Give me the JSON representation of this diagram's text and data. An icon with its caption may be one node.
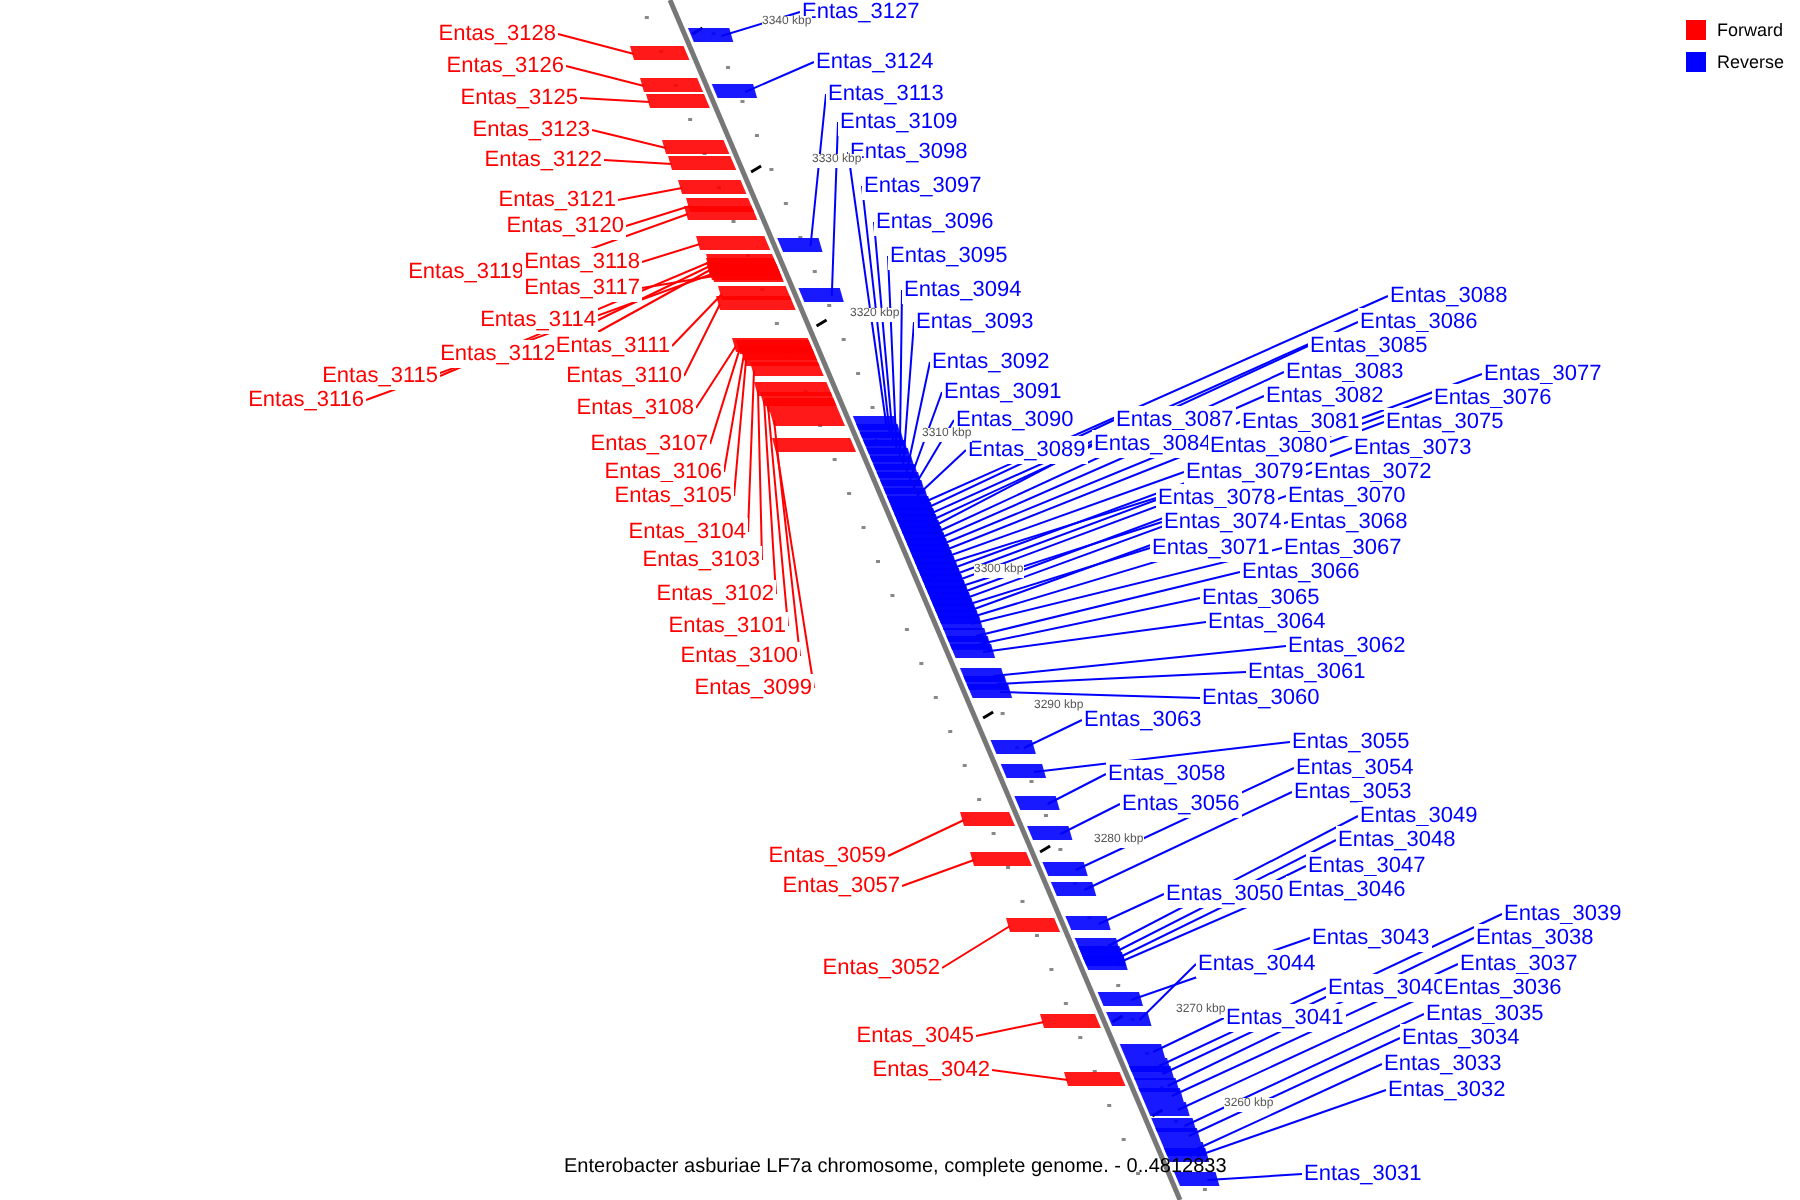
{
  "diagram": {
    "caption": "Enterobacter asburiae LF7a chromosome, complete genome. - 0..4812833",
    "nodes": [
      {
        "text": [
          "Entas_3128"
        ]
      },
      {
        "text": [
          "Entas_3126"
        ]
      },
      {
        "text": [
          "Entas_3125"
        ]
      },
      {
        "text": [
          "Entas_3123"
        ]
      },
      {
        "text": [
          "Entas_3122"
        ]
      },
      {
        "text": [
          "Entas_3121"
        ]
      },
      {
        "text": [
          "Entas_3120"
        ]
      },
      {
        "text": [
          "Entas_3119"
        ]
      },
      {
        "text": [
          "Entas_3118"
        ]
      },
      {
        "text": [
          "Entas_3117"
        ]
      },
      {
        "text": [
          "Entas_3114"
        ]
      },
      {
        "text": [
          "Entas_3112"
        ]
      },
      {
        "text": [
          "Entas_3115"
        ]
      },
      {
        "text": [
          "Entas_3116"
        ]
      },
      {
        "text": [
          "Entas_3111"
        ]
      },
      {
        "text": [
          "Entas_3110"
        ]
      },
      {
        "text": [
          "Entas_3108"
        ]
      },
      {
        "text": [
          "Entas_3107"
        ]
      },
      {
        "text": [
          "Entas_3106"
        ]
      },
      {
        "text": [
          "Entas_3105"
        ]
      },
      {
        "text": [
          "Entas_3104"
        ]
      },
      {
        "text": [
          "Entas_3103"
        ]
      },
      {
        "text": [
          "Entas_3102"
        ]
      },
      {
        "text": [
          "Entas_3101"
        ]
      },
      {
        "text": [
          "Entas_3100"
        ]
      },
      {
        "text": [
          "Entas_3099"
        ]
      },
      {
        "text": [
          "Entas_3059"
        ]
      },
      {
        "text": [
          "Entas_3057"
        ]
      },
      {
        "text": [
          "Entas_3052"
        ]
      },
      {
        "text": [
          "Entas_3045"
        ]
      },
      {
        "text": [
          "Entas_3042"
        ]
      },
      {
        "text": [
          "Entas_3127"
        ]
      },
      {
        "text": [
          "Entas_3124"
        ]
      },
      {
        "text": [
          "Entas_3113"
        ]
      },
      {
        "text": [
          "Entas_3109"
        ]
      },
      {
        "text": [
          "Entas_3098"
        ]
      },
      {
        "text": [
          "Entas_3097"
        ]
      },
      {
        "text": [
          "Entas_3096"
        ]
      },
      {
        "text": [
          "Entas_3095"
        ]
      },
      {
        "text": [
          "Entas_3094"
        ]
      },
      {
        "text": [
          "Entas_3093"
        ]
      },
      {
        "text": [
          "Entas_3092"
        ]
      },
      {
        "text": [
          "Entas_3091"
        ]
      },
      {
        "text": [
          "Entas_3090"
        ]
      },
      {
        "text": [
          "Entas_3089"
        ]
      },
      {
        "text": [
          "Entas_3088"
        ]
      },
      {
        "text": [
          "Entas_3087"
        ]
      },
      {
        "text": [
          "Entas_3086"
        ]
      },
      {
        "text": [
          "Entas_3085"
        ]
      },
      {
        "text": [
          "Entas_3084"
        ]
      },
      {
        "text": [
          "Entas_3083"
        ]
      },
      {
        "text": [
          "Entas_3082"
        ]
      },
      {
        "text": [
          "Entas_3081"
        ]
      },
      {
        "text": [
          "Entas_3080"
        ]
      },
      {
        "text": [
          "Entas_3079"
        ]
      },
      {
        "text": [
          "Entas_3078"
        ]
      },
      {
        "text": [
          "Entas_3077"
        ]
      },
      {
        "text": [
          "Entas_3076"
        ]
      },
      {
        "text": [
          "Entas_3075"
        ]
      },
      {
        "text": [
          "Entas_3074"
        ]
      },
      {
        "text": [
          "Entas_3073"
        ]
      },
      {
        "text": [
          "Entas_3072"
        ]
      },
      {
        "text": [
          "Entas_3071"
        ]
      },
      {
        "text": [
          "Entas_3070"
        ]
      },
      {
        "text": [
          "Entas_3068"
        ]
      },
      {
        "text": [
          "Entas_3067"
        ]
      },
      {
        "text": [
          "Entas_3066"
        ]
      },
      {
        "text": [
          "Entas_3065"
        ]
      },
      {
        "text": [
          "Entas_3064"
        ]
      },
      {
        "text": [
          "Entas_3063"
        ]
      },
      {
        "text": [
          "Entas_3062"
        ]
      },
      {
        "text": [
          "Entas_3061"
        ]
      },
      {
        "text": [
          "Entas_3060"
        ]
      },
      {
        "text": [
          "Entas_3058"
        ]
      },
      {
        "text": [
          "Entas_3056"
        ]
      },
      {
        "text": [
          "Entas_3055"
        ]
      },
      {
        "text": [
          "Entas_3054"
        ]
      },
      {
        "text": [
          "Entas_3053"
        ]
      },
      {
        "text": [
          "Entas_3050"
        ]
      },
      {
        "text": [
          "Entas_3049"
        ]
      },
      {
        "text": [
          "Entas_3048"
        ]
      },
      {
        "text": [
          "Entas_3047"
        ]
      },
      {
        "text": [
          "Entas_3046"
        ]
      },
      {
        "text": [
          "Entas_3044"
        ]
      },
      {
        "text": [
          "Entas_3043"
        ]
      },
      {
        "text": [
          "Entas_3041"
        ]
      },
      {
        "text": [
          "Entas_3040"
        ]
      },
      {
        "text": [
          "Entas_3039"
        ]
      },
      {
        "text": [
          "Entas_3038"
        ]
      },
      {
        "text": [
          "Entas_3037"
        ]
      },
      {
        "text": [
          "Entas_3036"
        ]
      },
      {
        "text": [
          "Entas_3035"
        ]
      },
      {
        "text": [
          "Entas_3034"
        ]
      },
      {
        "text": [
          "Entas_3033"
        ]
      },
      {
        "text": [
          "Entas_3032"
        ]
      },
      {
        "text": [
          "Entas_3031"
        ]
      }
    ],
    "edges": [
      {
        "from": 0,
        "to": null,
        "arrow": "none",
        "color": "#ff0000"
      },
      {
        "from": 1,
        "to": null,
        "arrow": "none",
        "color": "#ff0000"
      },
      {
        "from": 2,
        "to": null,
        "arrow": "none",
        "color": "#ff0000"
      },
      {
        "from": 3,
        "to": null,
        "arrow": "none",
        "color": "#ff0000"
      },
      {
        "from": 4,
        "to": null,
        "arrow": "none",
        "color": "#ff0000"
      },
      {
        "from": 5,
        "to": null,
        "arrow": "none",
        "color": "#ff0000"
      },
      {
        "from": 6,
        "to": null,
        "arrow": "none",
        "color": "#ff0000"
      },
      {
        "from": 7,
        "to": null,
        "arrow": "none",
        "color": "#ff0000"
      },
      {
        "from": 8,
        "to": null,
        "arrow": "none",
        "color": "#ff0000"
      },
      {
        "from": 9,
        "to": null,
        "arrow": "none",
        "color": "#ff0000"
      },
      {
        "from": 10,
        "to": null,
        "arrow": "none",
        "color": "#ff0000"
      },
      {
        "from": 11,
        "to": null,
        "arrow": "none",
        "color": "#ff0000"
      },
      {
        "from": 12,
        "to": null,
        "arrow": "none",
        "color": "#ff0000"
      },
      {
        "from": 13,
        "to": null,
        "arrow": "none",
        "color": "#ff0000"
      },
      {
        "from": 14,
        "to": null,
        "arrow": "none",
        "color": "#ff0000"
      },
      {
        "from": 15,
        "to": null,
        "arrow": "none",
        "color": "#ff0000"
      },
      {
        "from": 16,
        "to": null,
        "arrow": "none",
        "color": "#ff0000"
      },
      {
        "from": 17,
        "to": null,
        "arrow": "none",
        "color": "#ff0000"
      },
      {
        "from": 18,
        "to": null,
        "arrow": "none",
        "color": "#ff0000"
      },
      {
        "from": 19,
        "to": null,
        "arrow": "none",
        "color": "#ff0000"
      },
      {
        "from": 20,
        "to": null,
        "arrow": "none",
        "color": "#ff0000"
      },
      {
        "from": 21,
        "to": null,
        "arrow": "none",
        "color": "#ff0000"
      },
      {
        "from": 22,
        "to": null,
        "arrow": "none",
        "color": "#ff0000"
      },
      {
        "from": 23,
        "to": null,
        "arrow": "none",
        "color": "#ff0000"
      },
      {
        "from": 24,
        "to": null,
        "arrow": "none",
        "color": "#ff0000"
      },
      {
        "from": 25,
        "to": null,
        "arrow": "none",
        "color": "#ff0000"
      },
      {
        "from": 26,
        "to": null,
        "arrow": "none",
        "color": "#ff0000"
      },
      {
        "from": 27,
        "to": null,
        "arrow": "none",
        "color": "#ff0000"
      },
      {
        "from": 28,
        "to": null,
        "arrow": "none",
        "color": "#ff0000"
      },
      {
        "from": 29,
        "to": null,
        "arrow": "none",
        "color": "#ff0000"
      },
      {
        "from": 30,
        "to": null,
        "arrow": "none",
        "color": "#ff0000"
      },
      {
        "from": 31,
        "to": null,
        "arrow": "none"
      },
      {
        "from": 32,
        "to": null,
        "arrow": "none"
      },
      {
        "from": 33,
        "to": null,
        "arrow": "none"
      },
      {
        "from": 34,
        "to": null,
        "arrow": "none"
      },
      {
        "from": 35,
        "to": null,
        "arrow": "none"
      },
      {
        "from": 36,
        "to": null,
        "arrow": "none"
      },
      {
        "from": 37,
        "to": null,
        "arrow": "none"
      },
      {
        "from": 38,
        "to": null,
        "arrow": "none"
      },
      {
        "from": 39,
        "to": null,
        "arrow": "none"
      },
      {
        "from": 40,
        "to": null,
        "arrow": "none"
      },
      {
        "from": 41,
        "to": null,
        "arrow": "none"
      },
      {
        "from": 42,
        "to": null,
        "arrow": "none"
      },
      {
        "from": 43,
        "to": null,
        "arrow": "none"
      },
      {
        "from": 44,
        "to": null,
        "arrow": "none"
      },
      {
        "from": 45,
        "to": null,
        "arrow": "none"
      },
      {
        "from": 46,
        "to": null,
        "arrow": "none"
      },
      {
        "from": 47,
        "to": null,
        "arrow": "none"
      },
      {
        "from": 48,
        "to": null,
        "arrow": "none"
      },
      {
        "from": 49,
        "to": null,
        "arrow": "none"
      },
      {
        "from": 50,
        "to": null,
        "arrow": "none"
      },
      {
        "from": 51,
        "to": null,
        "arrow": "none"
      },
      {
        "from": 52,
        "to": null,
        "arrow": "none"
      },
      {
        "from": 53,
        "to": null,
        "arrow": "none"
      },
      {
        "from": 54,
        "to": null,
        "arrow": "none"
      },
      {
        "from": 55,
        "to": null,
        "arrow": "none"
      },
      {
        "from": 56,
        "to": null,
        "arrow": "none"
      },
      {
        "from": 57,
        "to": null,
        "arrow": "none"
      },
      {
        "from": 58,
        "to": null,
        "arrow": "none"
      },
      {
        "from": 59,
        "to": null,
        "arrow": "none"
      },
      {
        "from": 60,
        "to": null,
        "arrow": "none"
      },
      {
        "from": 61,
        "to": null,
        "arrow": "none"
      },
      {
        "from": 62,
        "to": null,
        "arrow": "none"
      },
      {
        "from": 63,
        "to": null,
        "arrow": "none"
      },
      {
        "from": 64,
        "to": null,
        "arrow": "none"
      },
      {
        "from": 65,
        "to": null,
        "arrow": "none"
      },
      {
        "from": 66,
        "to": null,
        "arrow": "none"
      },
      {
        "from": 67,
        "to": null,
        "arrow": "none"
      },
      {
        "from": 68,
        "to": null,
        "arrow": "none"
      },
      {
        "from": 69,
        "to": null,
        "arrow": "none"
      },
      {
        "from": 70,
        "to": null,
        "arrow": "none"
      },
      {
        "from": 71,
        "to": null,
        "arrow": "none"
      },
      {
        "from": 72,
        "to": null,
        "arrow": "none"
      },
      {
        "from": 73,
        "to": null,
        "arrow": "none"
      },
      {
        "from": 74,
        "to": null,
        "arrow": "none"
      },
      {
        "from": 75,
        "to": null,
        "arrow": "none"
      },
      {
        "from": 76,
        "to": null,
        "arrow": "none"
      },
      {
        "from": 77,
        "to": null,
        "arrow": "none"
      },
      {
        "from": 78,
        "to": null,
        "arrow": "none"
      },
      {
        "from": 79,
        "to": null,
        "arrow": "none"
      },
      {
        "from": 80,
        "to": null,
        "arrow": "none"
      },
      {
        "from": 81,
        "to": null,
        "arrow": "none"
      },
      {
        "from": 82,
        "to": null,
        "arrow": "none"
      },
      {
        "from": 83,
        "to": null,
        "arrow": "none"
      },
      {
        "from": 84,
        "to": null,
        "arrow": "none"
      },
      {
        "from": 85,
        "to": null,
        "arrow": "none"
      },
      {
        "from": 86,
        "to": null,
        "arrow": "none"
      },
      {
        "from": 87,
        "to": null,
        "arrow": "none"
      },
      {
        "from": 88,
        "to": null,
        "arrow": "none"
      },
      {
        "from": 89,
        "to": null,
        "arrow": "none"
      },
      {
        "from": 90,
        "to": null,
        "arrow": "none"
      },
      {
        "from": 91,
        "to": null,
        "arrow": "none"
      },
      {
        "from": 92,
        "to": null,
        "arrow": "none"
      },
      {
        "from": 93,
        "to": null,
        "arrow": "none"
      },
      {
        "from": 94,
        "to": null,
        "arrow": "none"
      },
      {
        "from": 95,
        "to": null,
        "arrow": "none"
      }
    ],
    "labels": [
      "3340 kbp",
      "3330 kbp",
      "3320 kbp",
      "3310 kbp",
      "3300 kbp",
      "3290 kbp",
      "3280 kbp",
      "3270 kbp",
      "3260 kbp"
    ],
    "legend": [
      {
        "text": "Forward",
        "color": "#ff0000"
      },
      {
        "text": "Reverse",
        "color": "#0000ff"
      }
    ]
  }
}
